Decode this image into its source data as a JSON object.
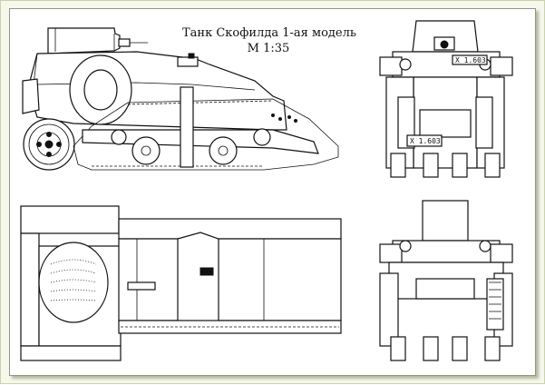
{
  "drawing": {
    "title_line1": "Танк Скофилда 1-ая модель",
    "title_line2": "М 1:35",
    "plate_front": "X 1.603",
    "plate_rear": "X 1.603"
  }
}
